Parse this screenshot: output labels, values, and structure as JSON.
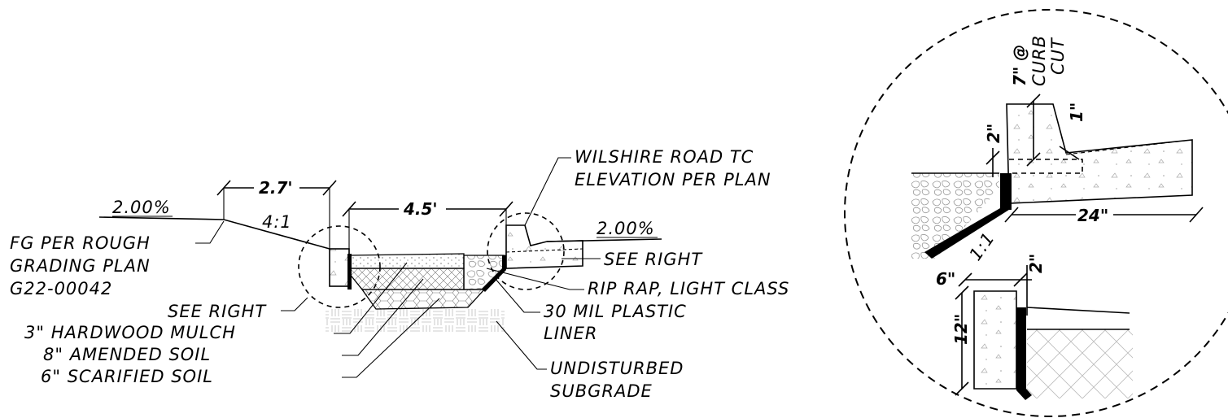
{
  "labels": {
    "slope_left": "2.00%",
    "slope_right": "2.00%",
    "ratio_4_1": "4:1",
    "dim_27": "2.7'",
    "dim_45": "4.5'",
    "fg_line1": "FG PER ROUGH",
    "fg_line2": "GRADING PLAN",
    "fg_line3": "G22-00042",
    "see_right_left": "SEE RIGHT",
    "see_right_right": "SEE RIGHT",
    "mulch": "3\" HARDWOOD MULCH",
    "amended": "8\" AMENDED SOIL",
    "scarified": "6\" SCARIFIED SOIL",
    "wilshire_1": "WILSHIRE ROAD TC",
    "wilshire_2": "ELEVATION PER PLAN",
    "rip_rap": "RIP RAP, LIGHT CLASS",
    "plastic_1": "30 MIL PLASTIC",
    "plastic_2": "LINER",
    "undist_1": "UNDISTURBED",
    "undist_2": "SUBGRADE"
  },
  "detail": {
    "curb_1": "7\" @",
    "curb_2": "CURB",
    "curb_3": "CUT",
    "dim_2_top": "2\"",
    "dim_1": "1\"",
    "dim_24": "24\"",
    "ratio_1_1": "1:1",
    "dim_6": "6\"",
    "dim_2_bot": "2\"",
    "dim_12": "12\""
  }
}
